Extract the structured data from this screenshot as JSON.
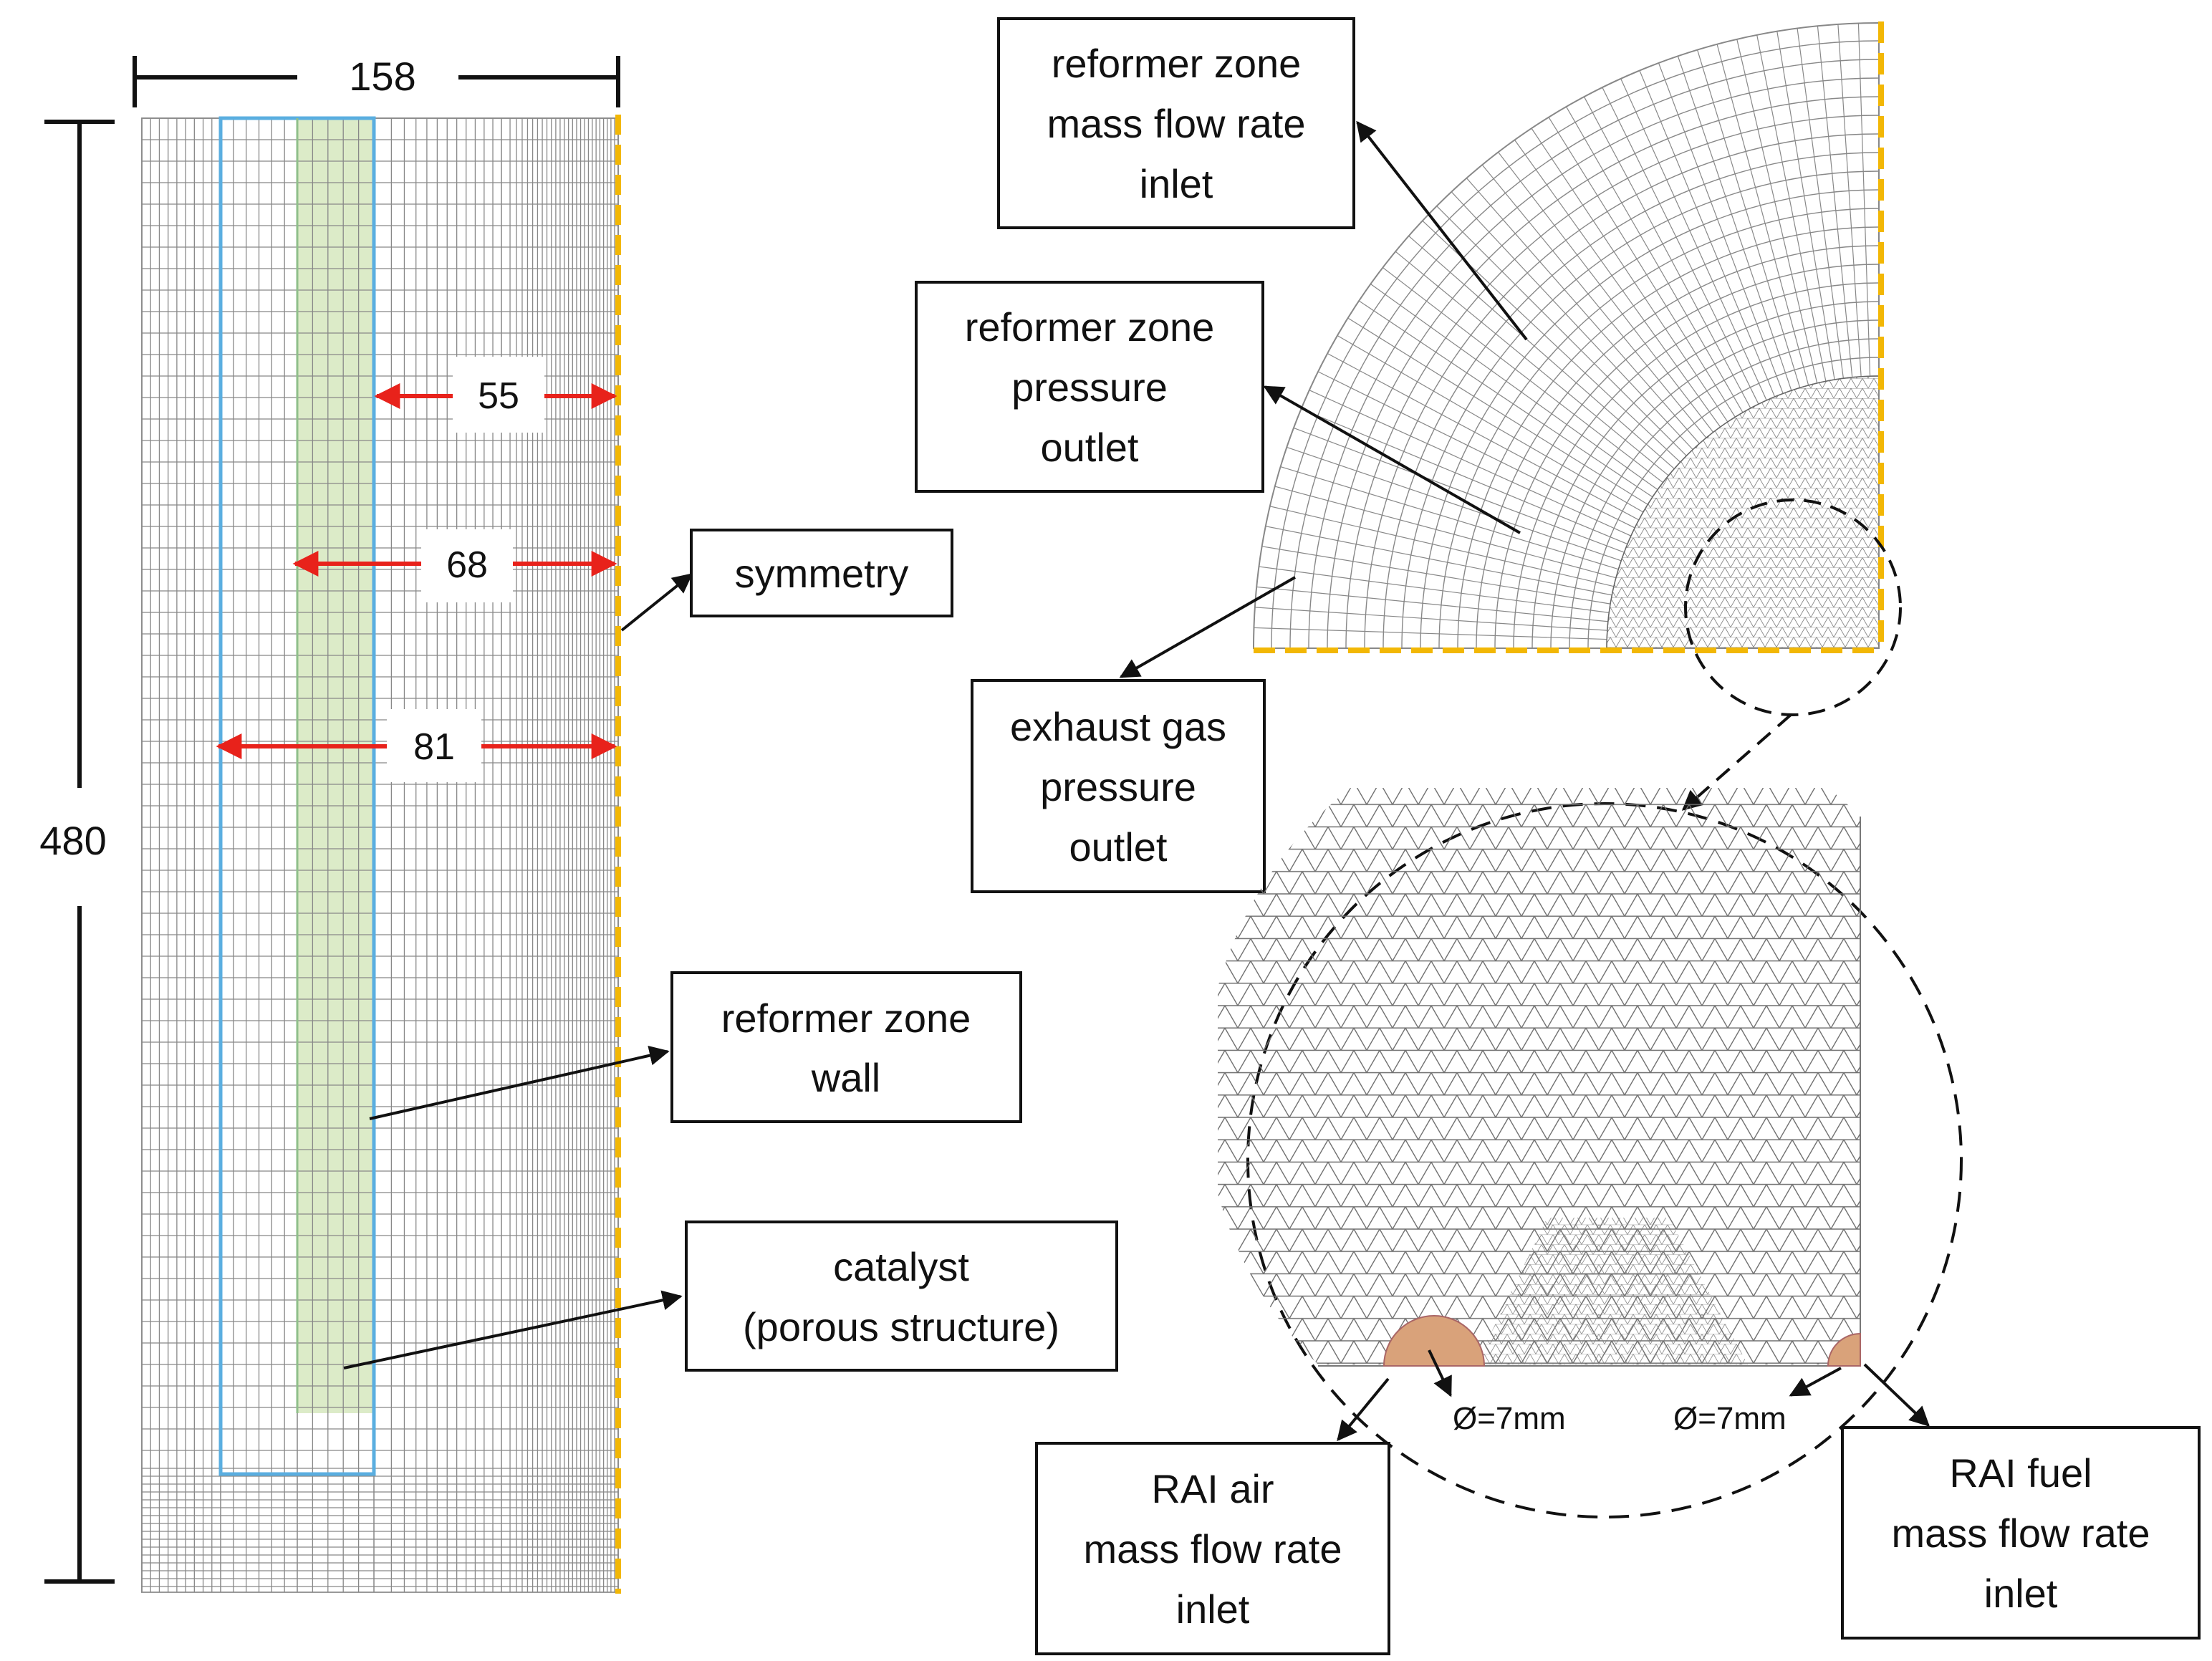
{
  "dimensions": {
    "width_label": "158",
    "height_label": "480",
    "d55": "55",
    "d68": "68",
    "d81": "81",
    "diameter_left": "Ø=7mm",
    "diameter_right": "Ø=7mm"
  },
  "labels": {
    "reformer_inlet": [
      "reformer zone",
      "mass flow rate",
      "inlet"
    ],
    "reformer_outlet": [
      "reformer zone",
      "pressure",
      "outlet"
    ],
    "exhaust": [
      "exhaust gas",
      "pressure",
      "outlet"
    ],
    "symmetry": [
      "symmetry"
    ],
    "wall": [
      "reformer zone",
      "wall"
    ],
    "catalyst": [
      "catalyst",
      "(porous structure)"
    ],
    "rai_air": [
      "RAI air",
      "mass flow rate",
      "inlet"
    ],
    "rai_fuel": [
      "RAI fuel",
      "mass flow rate",
      "inlet"
    ]
  },
  "colors": {
    "symmetry_line": "#f2b705",
    "dimension_arrow": "#e8221b",
    "wall_outline": "#5aaee0",
    "catalyst_fill": "#dcebc8",
    "inlet_fill": "#d9a27a",
    "mesh": "#888888"
  }
}
